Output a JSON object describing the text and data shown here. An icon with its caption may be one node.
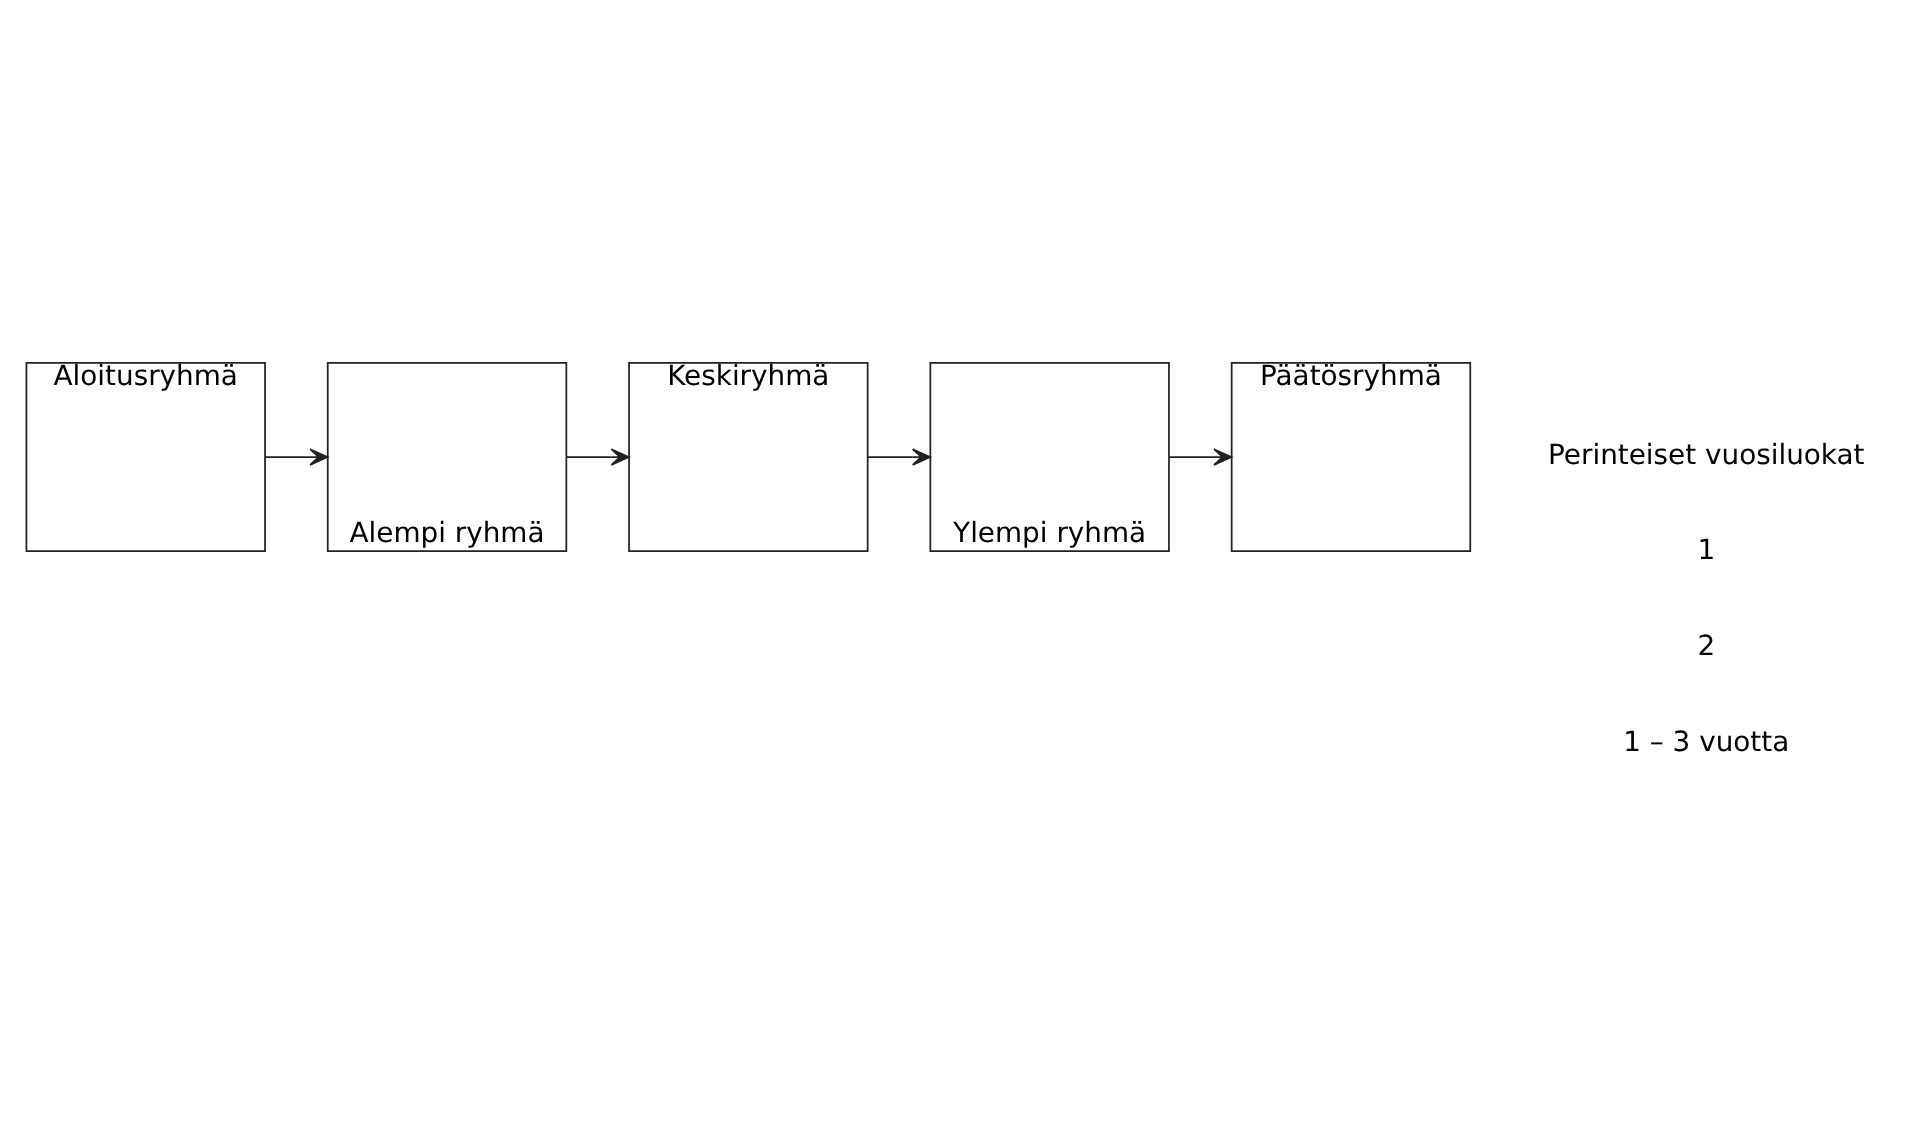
{
  "diagram": {
    "nodes": [
      {
        "text": [
          "Aloitusryhmä"
        ]
      },
      {
        "text": [
          "Alempi ryhmä"
        ]
      },
      {
        "text": [
          "Keskiryhmä"
        ]
      },
      {
        "text": [
          "Ylempi ryhmä"
        ]
      },
      {
        "text": [
          "Päätösryhmä"
        ]
      }
    ],
    "edges": [
      {
        "from": 0,
        "to": 1,
        "arrow": "to"
      },
      {
        "from": 1,
        "to": 2,
        "arrow": "to"
      },
      {
        "from": 2,
        "to": 3,
        "arrow": "to"
      },
      {
        "from": 3,
        "to": 4,
        "arrow": "to"
      }
    ],
    "labels": [
      "Perinteiset vuosiluokat",
      "1",
      "2",
      "1 – 3 vuotta"
    ]
  }
}
